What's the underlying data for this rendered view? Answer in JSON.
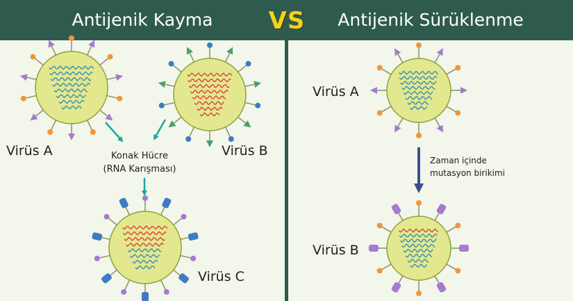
{
  "header": {
    "left_title": "Antijenik Kayma",
    "vs": "VS",
    "right_title": "Antijenik Sürüklenme"
  },
  "left_panel": {
    "virus_a": "Virüs A",
    "virus_b": "Virüs B",
    "host_line1": "Konak Hücre",
    "host_line2": "(RNA Karışması)",
    "virus_c": "Virüs C"
  },
  "right_panel": {
    "virus_a": "Virüs A",
    "arrow_line1": "Zaman içinde",
    "arrow_line2": "mutasyon birikimi",
    "virus_b": "Virüs B"
  },
  "colors": {
    "header_bg": "#2f5b4e",
    "vs": "#f3d21a",
    "virus_body": "#e3e88f",
    "virus_outline": "#8aa23c",
    "rna_blue": "#3d8fb0",
    "rna_red": "#d9473a",
    "spike_purple": "#a57ad0",
    "spike_orange": "#f0963a",
    "spike_green": "#4ba06a",
    "spike_blue": "#3d7bc5",
    "arrow_teal": "#1aa6a0",
    "arrow_navy": "#3a4f8f"
  }
}
